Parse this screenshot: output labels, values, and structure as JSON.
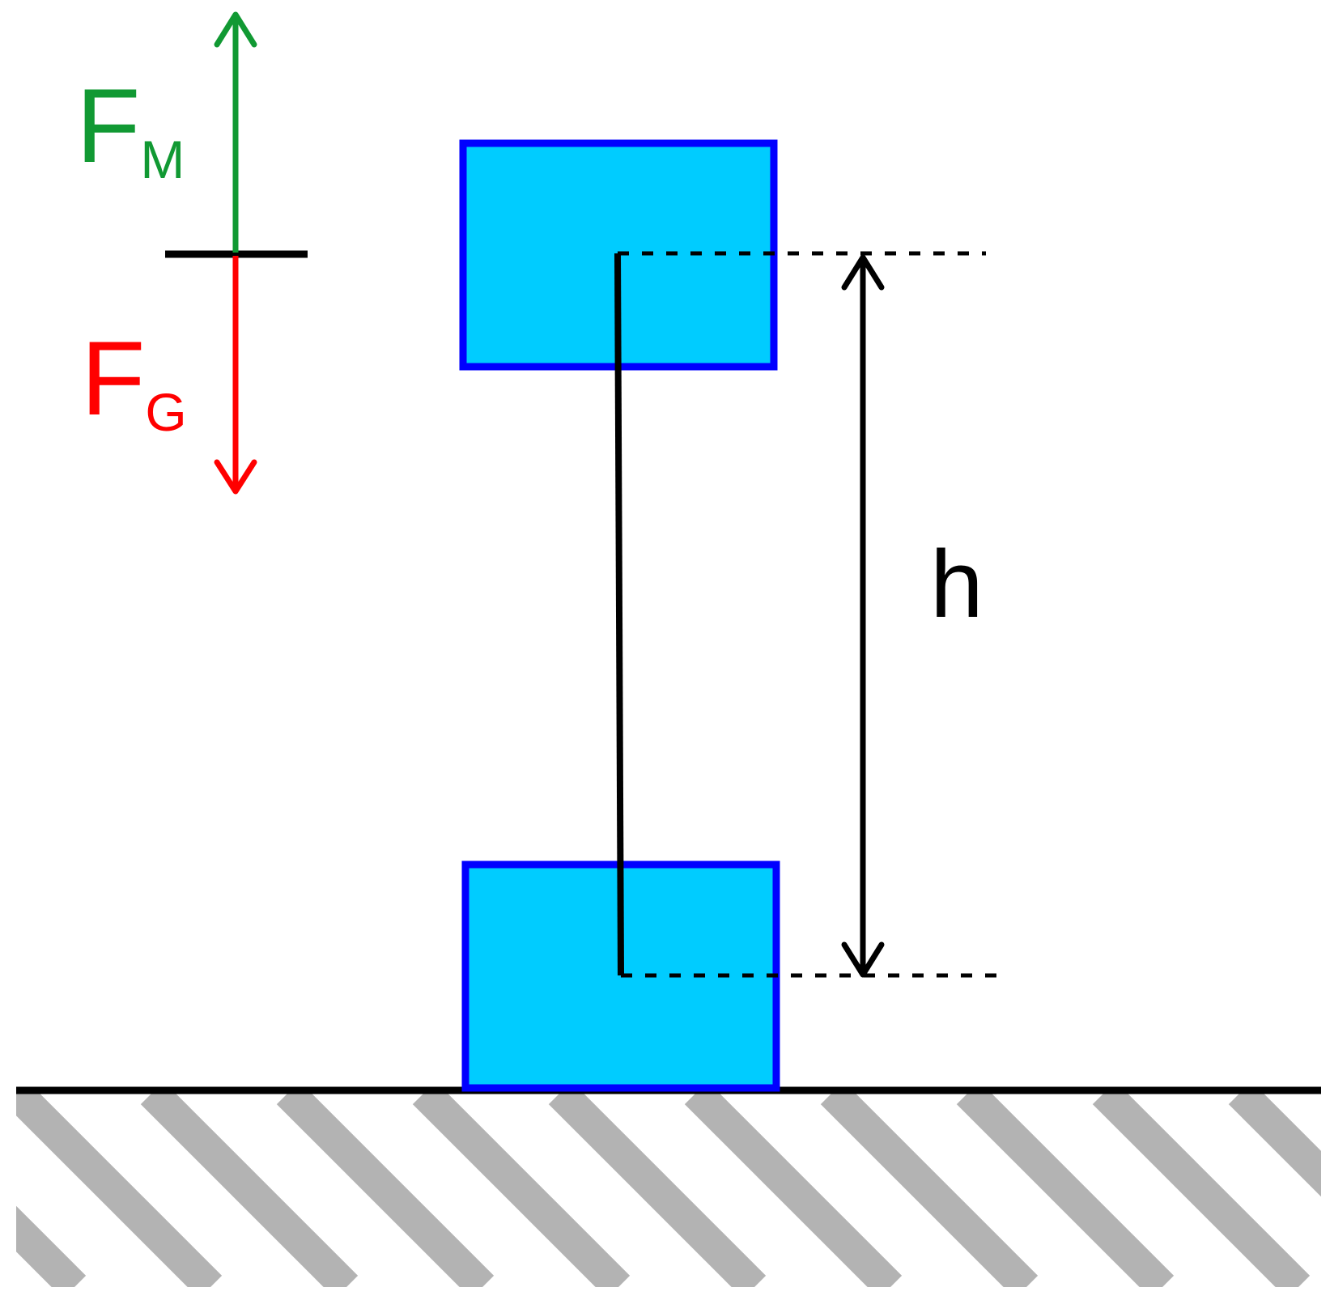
{
  "labels": {
    "force_up": {
      "main": "F",
      "sub": "M"
    },
    "force_down": {
      "main": "F",
      "sub": "G"
    },
    "height": "h"
  },
  "colors": {
    "force_up": "#119933",
    "force_down": "#ff0000",
    "block_fill": "#00ccff",
    "block_stroke": "#0000ff",
    "ground_line": "#000000",
    "hatch": "#b3b3b3",
    "dimension": "#000000"
  },
  "icons": {
    "arrow_up": "arrow-up-icon",
    "arrow_down": "arrow-down-icon",
    "double_arrow": "double-arrow-icon"
  }
}
